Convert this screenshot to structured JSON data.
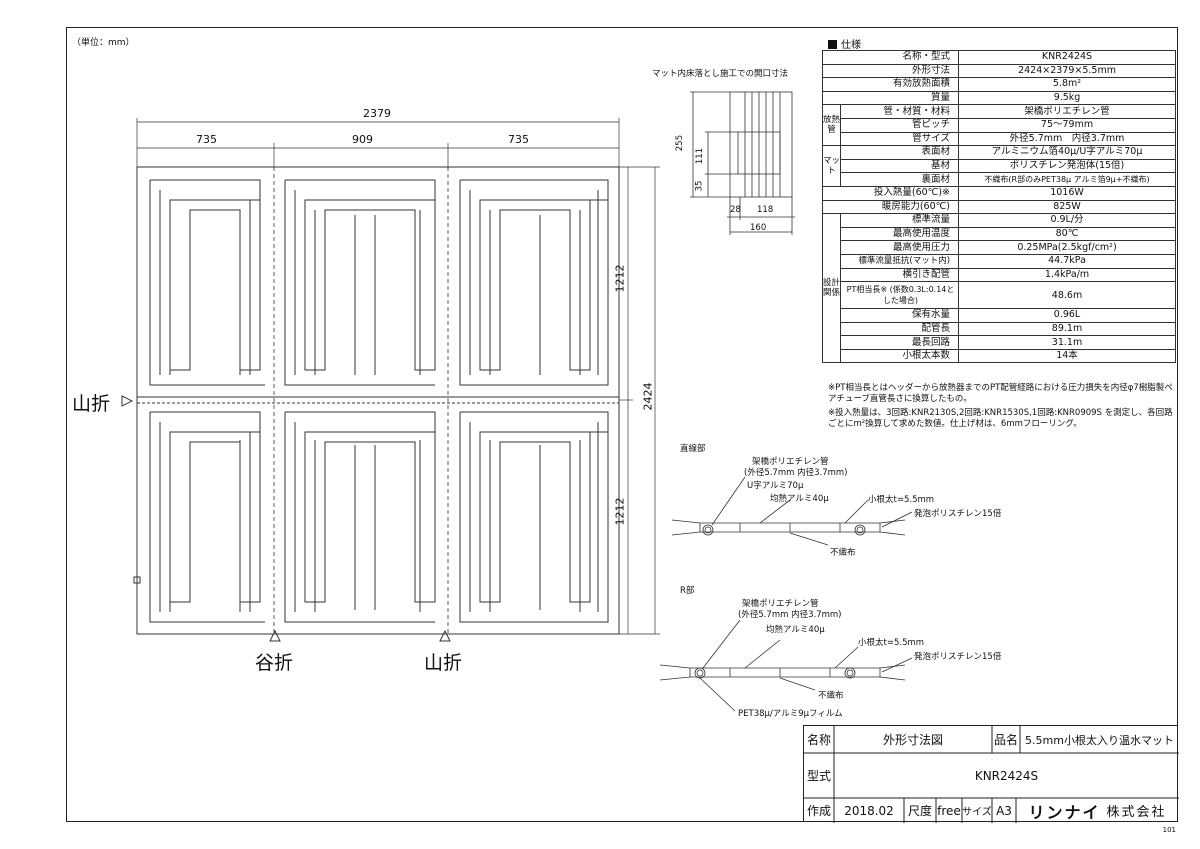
{
  "unit_label": "（単位：mm）",
  "main_drawing": {
    "dims": {
      "total_width": "2379",
      "left": "735",
      "middle": "909",
      "right": "735",
      "half_top": "1212",
      "half_bottom": "1212",
      "total_height": "2424"
    },
    "fold_left": "山折",
    "fold_bottom_1": "谷折",
    "fold_bottom_2": "山折"
  },
  "opening_detail": {
    "title": "マット内床落とし施工での開口寸法",
    "dims": {
      "h1": "255",
      "h2": "111",
      "h3": "35",
      "w1": "28",
      "w2": "118",
      "w3": "160"
    }
  },
  "spec": {
    "heading": "仕様",
    "rows": [
      {
        "key": "名称・型式",
        "value": "KNR2424S"
      },
      {
        "key": "外形寸法",
        "value": "2424×2379×5.5mm"
      },
      {
        "key": "有効放熱面積",
        "value": "5.8m²"
      },
      {
        "key": "質量",
        "value": "9.5kg"
      }
    ],
    "group_pipe": "放熱管",
    "pipe_rows": [
      {
        "key": "管・材質・材料",
        "value": "架橋ポリエチレン管"
      },
      {
        "key": "管ピッチ",
        "value": "75〜79mm"
      },
      {
        "key": "管サイズ",
        "value": "外径5.7mm　内径3.7mm"
      }
    ],
    "group_mat": "マット",
    "mat_rows": [
      {
        "key": "表面材",
        "value": "アルミニウム箔40μ/U字アルミ70μ"
      },
      {
        "key": "基材",
        "value": "ポリスチレン発泡体(15倍)"
      },
      {
        "key": "裏面材",
        "value": "不織布(R部のみPET38μ アルミ箔9μ+不織布)"
      }
    ],
    "heat_rows": [
      {
        "key": "投入熱量(60℃)※",
        "value": "1016W"
      },
      {
        "key": "暖房能力(60℃)",
        "value": "825W"
      }
    ],
    "group_design": "設計関係",
    "design_rows": [
      {
        "key": "標準流量",
        "value": "0.9L/分"
      },
      {
        "key": "最高使用温度",
        "value": "80℃"
      },
      {
        "key": "最高使用圧力",
        "value": "0.25MPa(2.5kgf/cm²)"
      },
      {
        "key": "標準流量抵抗(マット内)",
        "value": "44.7kPa"
      },
      {
        "key": "横引き配管",
        "value": "1.4kPa/m"
      },
      {
        "key": "PT相当長※ (係数0.3L:0.14とした場合)",
        "value": "48.6m"
      },
      {
        "key": "保有水量",
        "value": "0.96L"
      },
      {
        "key": "配管長",
        "value": "89.1m"
      },
      {
        "key": "最長回路",
        "value": "31.1m"
      },
      {
        "key": "小根太本数",
        "value": "14本"
      }
    ],
    "note1": "※PT相当長とはヘッダーから放熱器までのPT配管経路における圧力損失を内径φ7樹脂製ペアチューブ直管長さに換算したもの。",
    "note2": "※投入熱量は、3回路:KNR2130S,2回路:KNR1530S,1回路:KNR0909S を測定し、各回路ごとにm²換算して求めた数値。仕上げ材は、6mmフローリング。"
  },
  "section_straight": {
    "title": "直線部",
    "pipe": "架橋ポリエチレン管",
    "pipe_size": "(外径5.7mm 内径3.7mm)",
    "u_alu": "U字アルミ70μ",
    "alu": "均熱アルミ40μ",
    "joist": "小根太t=5.5mm",
    "foam": "発泡ポリスチレン15倍",
    "nonwoven": "不織布"
  },
  "section_r": {
    "title": "R部",
    "pipe": "架橋ポリエチレン管",
    "pipe_size": "(外径5.7mm 内径3.7mm)",
    "alu": "均熱アルミ40μ",
    "joist": "小根太t=5.5mm",
    "foam": "発泡ポリスチレン15倍",
    "nonwoven": "不織布",
    "film": "PET38μ/アルミ9μフィルム"
  },
  "title_block": {
    "name_label": "名称",
    "name_value": "外形寸法図",
    "product_label": "品名",
    "product_value": "5.5mm小根太入り温水マット",
    "model_label": "型式",
    "model_value": "KNR2424S",
    "made_label": "作成",
    "made_value": "2018.02",
    "scale_label": "尺度",
    "scale_value": "free",
    "size_label": "サイズ",
    "size_value": "A3",
    "company_brand": "リンナイ",
    "company_suffix": "株式会社"
  },
  "page_number": "101"
}
